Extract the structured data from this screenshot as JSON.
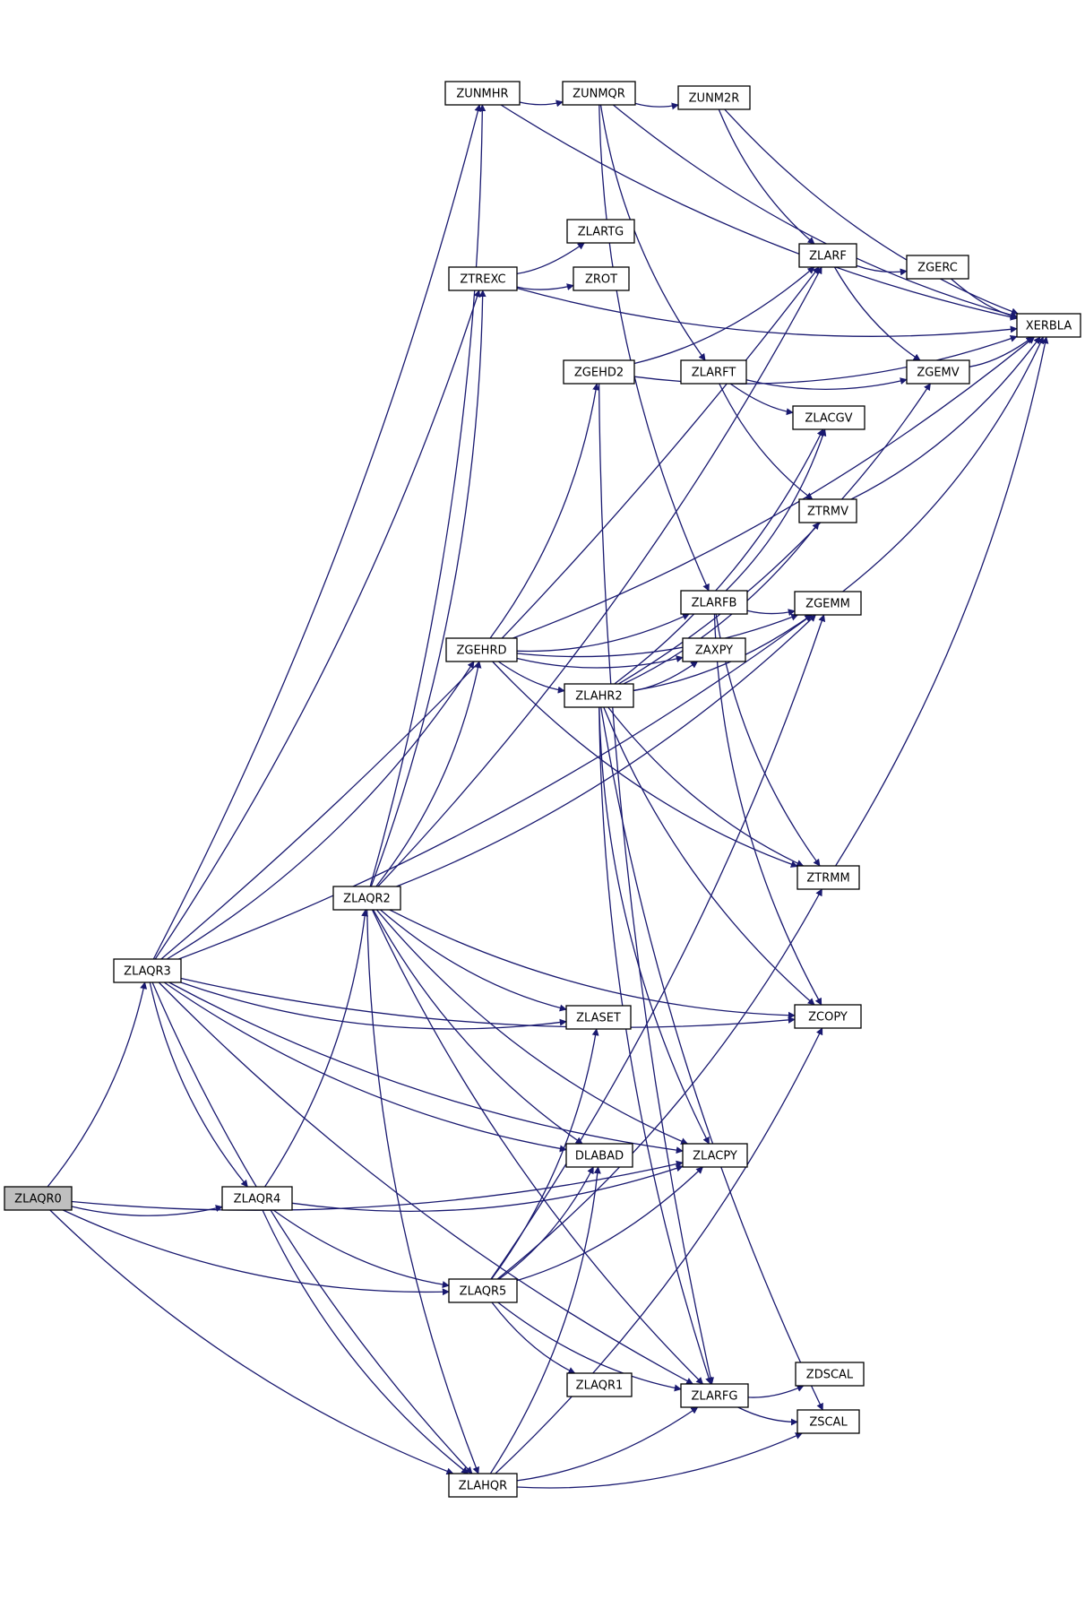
{
  "colors": {
    "edge": "#191970",
    "node_border": "#000000",
    "root_fill": "#bfbfbf",
    "node_fill": "#ffffff"
  },
  "nodes": [
    {
      "id": "ZLAQR0",
      "label": "ZLAQR0"
    },
    {
      "id": "ZLAQR3",
      "label": "ZLAQR3"
    },
    {
      "id": "ZLAQR4",
      "label": "ZLAQR4"
    },
    {
      "id": "ZLAQR2",
      "label": "ZLAQR2"
    },
    {
      "id": "ZUNMHR",
      "label": "ZUNMHR"
    },
    {
      "id": "ZUNMQR",
      "label": "ZUNMQR"
    },
    {
      "id": "ZUNM2R",
      "label": "ZUNM2R"
    },
    {
      "id": "ZTREXC",
      "label": "ZTREXC"
    },
    {
      "id": "ZLARTG",
      "label": "ZLARTG"
    },
    {
      "id": "ZROT",
      "label": "ZROT"
    },
    {
      "id": "ZLARF",
      "label": "ZLARF"
    },
    {
      "id": "ZGERC",
      "label": "ZGERC"
    },
    {
      "id": "XERBLA",
      "label": "XERBLA"
    },
    {
      "id": "ZGEHD2",
      "label": "ZGEHD2"
    },
    {
      "id": "ZLARFT",
      "label": "ZLARFT"
    },
    {
      "id": "ZGEMV",
      "label": "ZGEMV"
    },
    {
      "id": "ZLACGV",
      "label": "ZLACGV"
    },
    {
      "id": "ZTRMV",
      "label": "ZTRMV"
    },
    {
      "id": "ZLARFB",
      "label": "ZLARFB"
    },
    {
      "id": "ZGEMM",
      "label": "ZGEMM"
    },
    {
      "id": "ZGEHRD",
      "label": "ZGEHRD"
    },
    {
      "id": "ZAXPY",
      "label": "ZAXPY"
    },
    {
      "id": "ZLAHR2",
      "label": "ZLAHR2"
    },
    {
      "id": "ZTRMM",
      "label": "ZTRMM"
    },
    {
      "id": "ZCOPY",
      "label": "ZCOPY"
    },
    {
      "id": "ZLASET",
      "label": "ZLASET"
    },
    {
      "id": "DLABAD",
      "label": "DLABAD"
    },
    {
      "id": "ZLACPY",
      "label": "ZLACPY"
    },
    {
      "id": "ZLAQR5",
      "label": "ZLAQR5"
    },
    {
      "id": "ZLAQR1",
      "label": "ZLAQR1"
    },
    {
      "id": "ZLARFG",
      "label": "ZLARFG"
    },
    {
      "id": "ZDSCAL",
      "label": "ZDSCAL"
    },
    {
      "id": "ZSCAL",
      "label": "ZSCAL"
    },
    {
      "id": "ZLAHQR",
      "label": "ZLAHQR"
    }
  ],
  "edges": [
    [
      "ZLAQR0",
      "ZLAQR3"
    ],
    [
      "ZLAQR0",
      "ZLAQR4"
    ],
    [
      "ZLAQR0",
      "ZLACPY"
    ],
    [
      "ZLAQR0",
      "ZLAQR5"
    ],
    [
      "ZLAQR0",
      "ZLAHQR"
    ],
    [
      "ZLAQR3",
      "ZUNMHR"
    ],
    [
      "ZLAQR3",
      "ZLARF"
    ],
    [
      "ZLAQR3",
      "ZTREXC"
    ],
    [
      "ZLAQR3",
      "ZGEMM"
    ],
    [
      "ZLAQR3",
      "ZGEHRD"
    ],
    [
      "ZLAQR3",
      "ZCOPY"
    ],
    [
      "ZLAQR3",
      "ZLACPY"
    ],
    [
      "ZLAQR3",
      "ZLASET"
    ],
    [
      "ZLAQR3",
      "DLABAD"
    ],
    [
      "ZLAQR3",
      "ZLAQR4"
    ],
    [
      "ZLAQR3",
      "ZLAHQR"
    ],
    [
      "ZLAQR3",
      "ZLARFG"
    ],
    [
      "ZLAQR4",
      "ZLAQR2"
    ],
    [
      "ZLAQR4",
      "ZLACPY"
    ],
    [
      "ZLAQR4",
      "ZLAQR5"
    ],
    [
      "ZLAQR4",
      "ZLAHQR"
    ],
    [
      "ZLAQR2",
      "ZUNMHR"
    ],
    [
      "ZLAQR2",
      "ZTREXC"
    ],
    [
      "ZLAQR2",
      "ZGEHRD"
    ],
    [
      "ZLAQR2",
      "ZGEMM"
    ],
    [
      "ZLAQR2",
      "ZCOPY"
    ],
    [
      "ZLAQR2",
      "ZLACPY"
    ],
    [
      "ZLAQR2",
      "ZLASET"
    ],
    [
      "ZLAQR2",
      "DLABAD"
    ],
    [
      "ZLAQR2",
      "ZLAHQR"
    ],
    [
      "ZLAQR2",
      "ZLARFG"
    ],
    [
      "ZLAQR2",
      "ZLARF"
    ],
    [
      "ZUNMHR",
      "ZUNMQR"
    ],
    [
      "ZUNMHR",
      "XERBLA"
    ],
    [
      "ZUNMQR",
      "ZUNM2R"
    ],
    [
      "ZUNMQR",
      "XERBLA"
    ],
    [
      "ZUNMQR",
      "ZLARFT"
    ],
    [
      "ZUNMQR",
      "ZLARFB"
    ],
    [
      "ZUNM2R",
      "ZLARF"
    ],
    [
      "ZUNM2R",
      "XERBLA"
    ],
    [
      "ZTREXC",
      "ZLARTG"
    ],
    [
      "ZTREXC",
      "ZROT"
    ],
    [
      "ZTREXC",
      "XERBLA"
    ],
    [
      "ZLARF",
      "ZGERC"
    ],
    [
      "ZLARF",
      "ZGEMV"
    ],
    [
      "ZGERC",
      "XERBLA"
    ],
    [
      "ZGEMV",
      "XERBLA"
    ],
    [
      "ZGEHD2",
      "ZLARF"
    ],
    [
      "ZGEHD2",
      "XERBLA"
    ],
    [
      "ZGEHD2",
      "ZLARFG"
    ],
    [
      "ZLARFT",
      "ZGEMV"
    ],
    [
      "ZLARFT",
      "ZLACGV"
    ],
    [
      "ZLARFT",
      "ZTRMV"
    ],
    [
      "ZTRMV",
      "XERBLA"
    ],
    [
      "ZLARFB",
      "ZGEMM"
    ],
    [
      "ZLARFB",
      "ZLACGV"
    ],
    [
      "ZLARFB",
      "ZTRMM"
    ],
    [
      "ZLARFB",
      "ZCOPY"
    ],
    [
      "ZGEMM",
      "XERBLA"
    ],
    [
      "ZTRMM",
      "XERBLA"
    ],
    [
      "ZGEHRD",
      "ZGEHD2"
    ],
    [
      "ZGEHRD",
      "ZLARFB"
    ],
    [
      "ZGEHRD",
      "ZAXPY"
    ],
    [
      "ZGEHRD",
      "ZLAHR2"
    ],
    [
      "ZGEHRD",
      "ZGEMM"
    ],
    [
      "ZGEHRD",
      "XERBLA"
    ],
    [
      "ZGEHRD",
      "ZTRMM"
    ],
    [
      "ZLAHR2",
      "ZAXPY"
    ],
    [
      "ZLAHR2",
      "ZLACGV"
    ],
    [
      "ZLAHR2",
      "ZTRMV"
    ],
    [
      "ZLAHR2",
      "ZGEMV"
    ],
    [
      "ZLAHR2",
      "ZGEMM"
    ],
    [
      "ZLAHR2",
      "ZTRMM"
    ],
    [
      "ZLAHR2",
      "ZCOPY"
    ],
    [
      "ZLAHR2",
      "ZLACPY"
    ],
    [
      "ZLAHR2",
      "ZLARFG"
    ],
    [
      "ZLAHR2",
      "ZSCAL"
    ],
    [
      "ZLAQR5",
      "ZLASET"
    ],
    [
      "ZLAQR5",
      "DLABAD"
    ],
    [
      "ZLAQR5",
      "ZLACPY"
    ],
    [
      "ZLAQR5",
      "ZGEMM"
    ],
    [
      "ZLAQR5",
      "ZTRMM"
    ],
    [
      "ZLAQR5",
      "ZLAQR1"
    ],
    [
      "ZLAQR5",
      "ZLARFG"
    ],
    [
      "ZLARFG",
      "ZDSCAL"
    ],
    [
      "ZLARFG",
      "ZSCAL"
    ],
    [
      "ZLAHQR",
      "DLABAD"
    ],
    [
      "ZLAHQR",
      "ZLARFG"
    ],
    [
      "ZLAHQR",
      "ZCOPY"
    ],
    [
      "ZLAHQR",
      "ZSCAL"
    ]
  ]
}
